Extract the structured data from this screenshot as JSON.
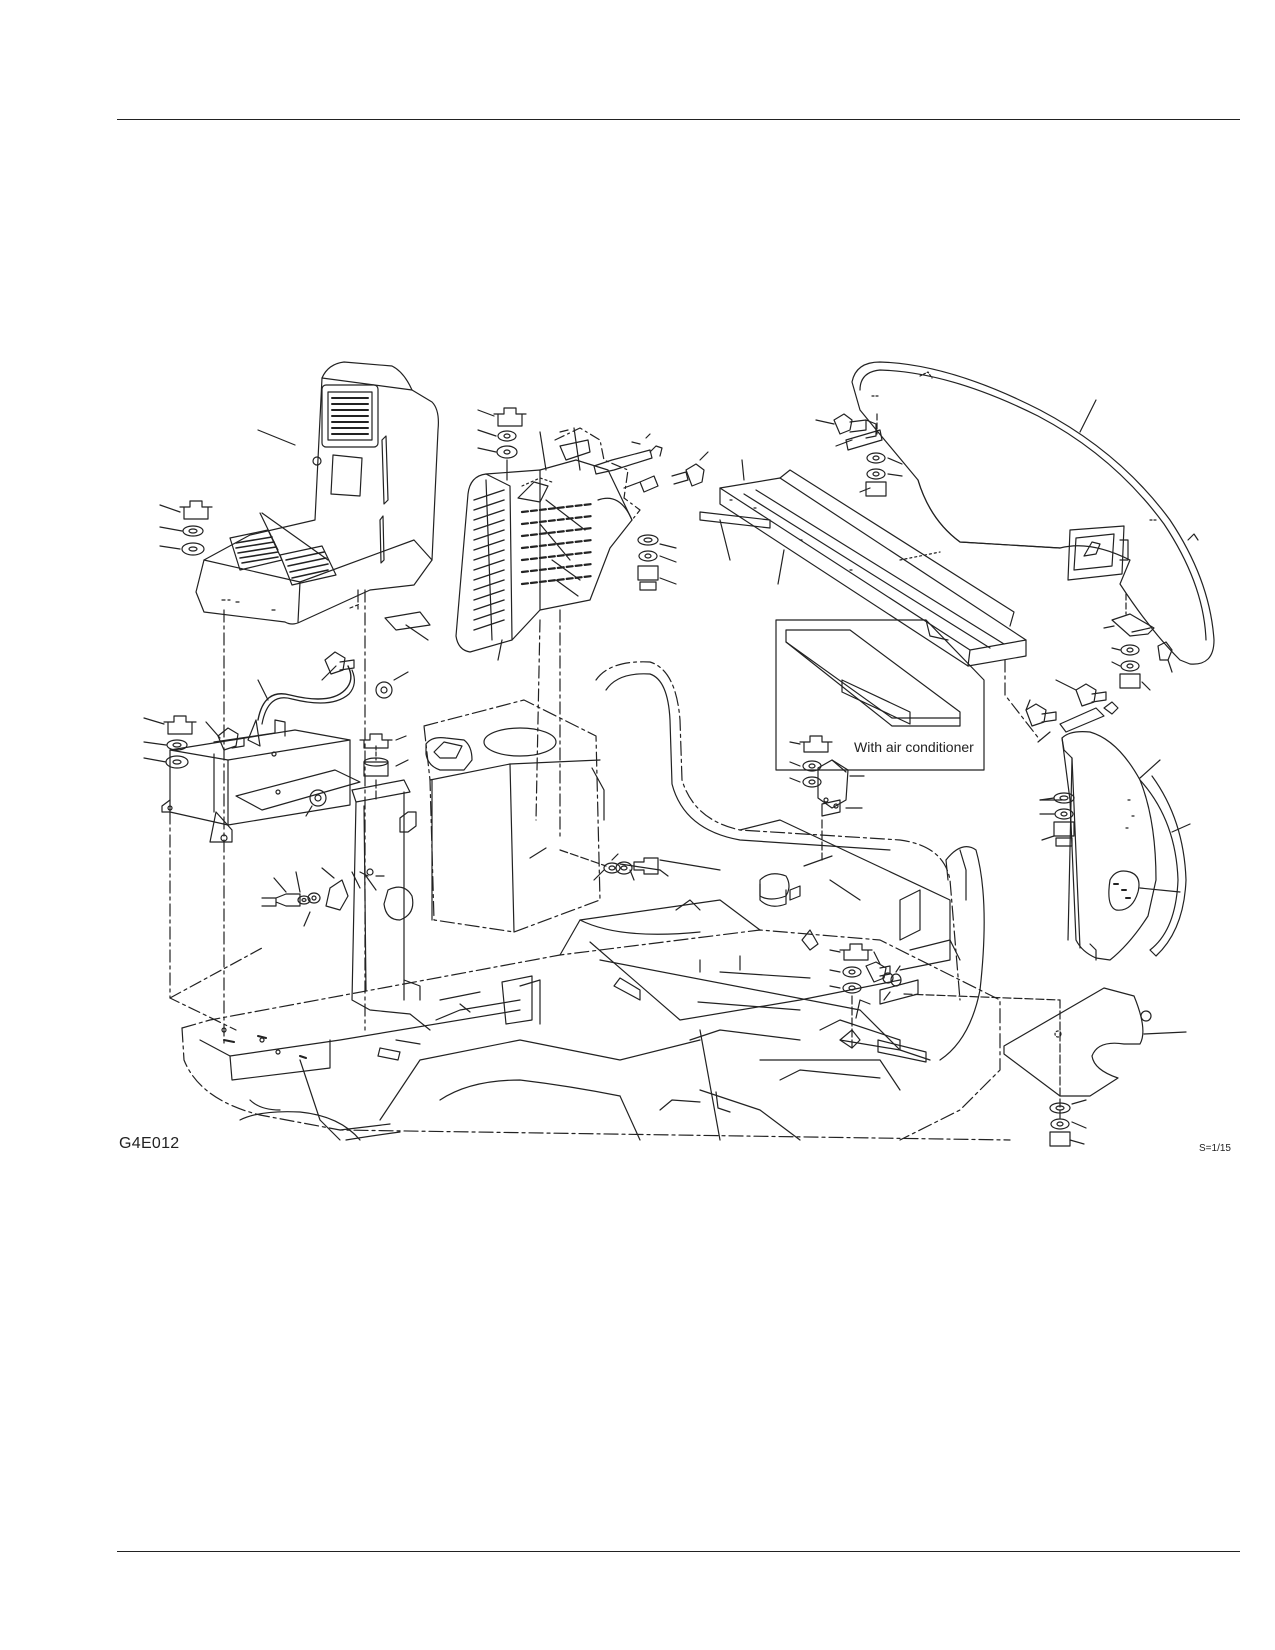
{
  "figure": {
    "code": "G4E012",
    "scale": "S=1/15",
    "inset_label": "With air conditioner"
  }
}
